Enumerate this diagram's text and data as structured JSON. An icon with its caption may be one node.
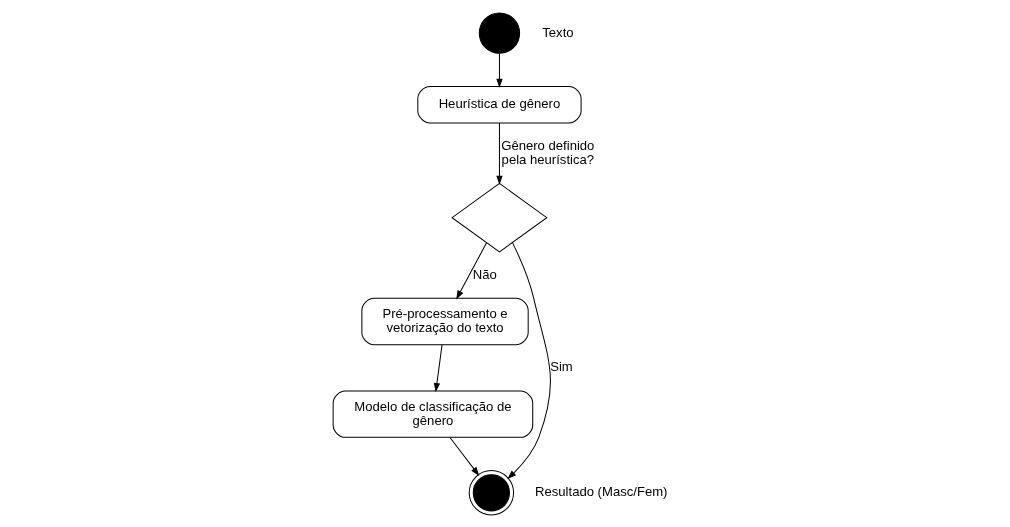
{
  "diagram": {
    "nodes": [
      {
        "text": [],
        "shape": "circle",
        "beside": [
          "Texto"
        ]
      },
      {
        "text": [
          "Heurística de gênero"
        ]
      },
      {
        "text": [],
        "shape": "diamond"
      },
      {
        "text": [
          "Pré-processamento e vetorização do texto"
        ]
      },
      {
        "text": [
          "Modelo de classificação de gênero"
        ]
      },
      {
        "text": [],
        "shape": "bullseye",
        "beside": [
          "Resultado (Masc/Fem)"
        ]
      }
    ],
    "edges": [
      {
        "from": 0,
        "to": 1,
        "arrow": "to"
      },
      {
        "from": 1,
        "to": 2,
        "arrow": "to",
        "label": "Gênero definido pela heurística?"
      },
      {
        "from": 2,
        "to": 3,
        "arrow": "to",
        "label": "Não"
      },
      {
        "from": 2,
        "to": 5,
        "arrow": "to",
        "label": "Sim"
      },
      {
        "from": 3,
        "to": 4,
        "arrow": "to"
      },
      {
        "from": 4,
        "to": 5,
        "arrow": "to"
      }
    ]
  }
}
